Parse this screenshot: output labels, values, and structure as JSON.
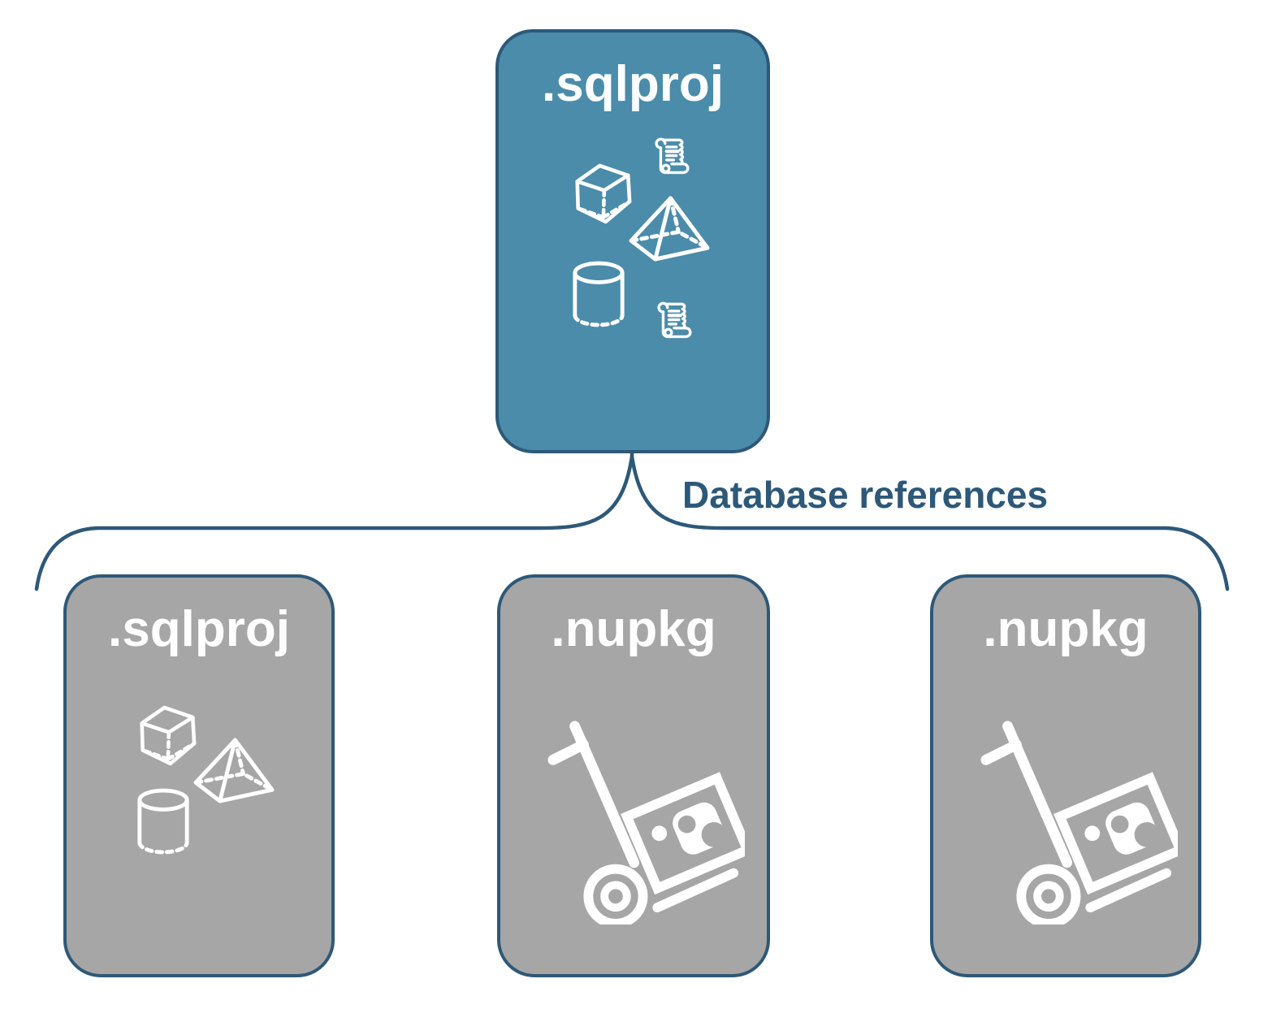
{
  "diagram": {
    "connector_label": "Database references",
    "root": {
      "label": ".sqlproj",
      "icons": [
        "scroll-icon",
        "cube-icon",
        "pyramid-icon",
        "cylinder-icon",
        "scroll-icon"
      ]
    },
    "children": [
      {
        "label": ".sqlproj",
        "icons": [
          "cube-icon",
          "pyramid-icon",
          "cylinder-icon"
        ]
      },
      {
        "label": ".nupkg",
        "icons": [
          "nuget-dolly-icon"
        ]
      },
      {
        "label": ".nupkg",
        "icons": [
          "nuget-dolly-icon"
        ]
      }
    ],
    "colors": {
      "accent": "#2E5878",
      "root_fill": "#4A8CAA",
      "child_fill": "#A6A6A6",
      "icon": "#FFFFFF",
      "label_text": "#2E5878"
    }
  }
}
